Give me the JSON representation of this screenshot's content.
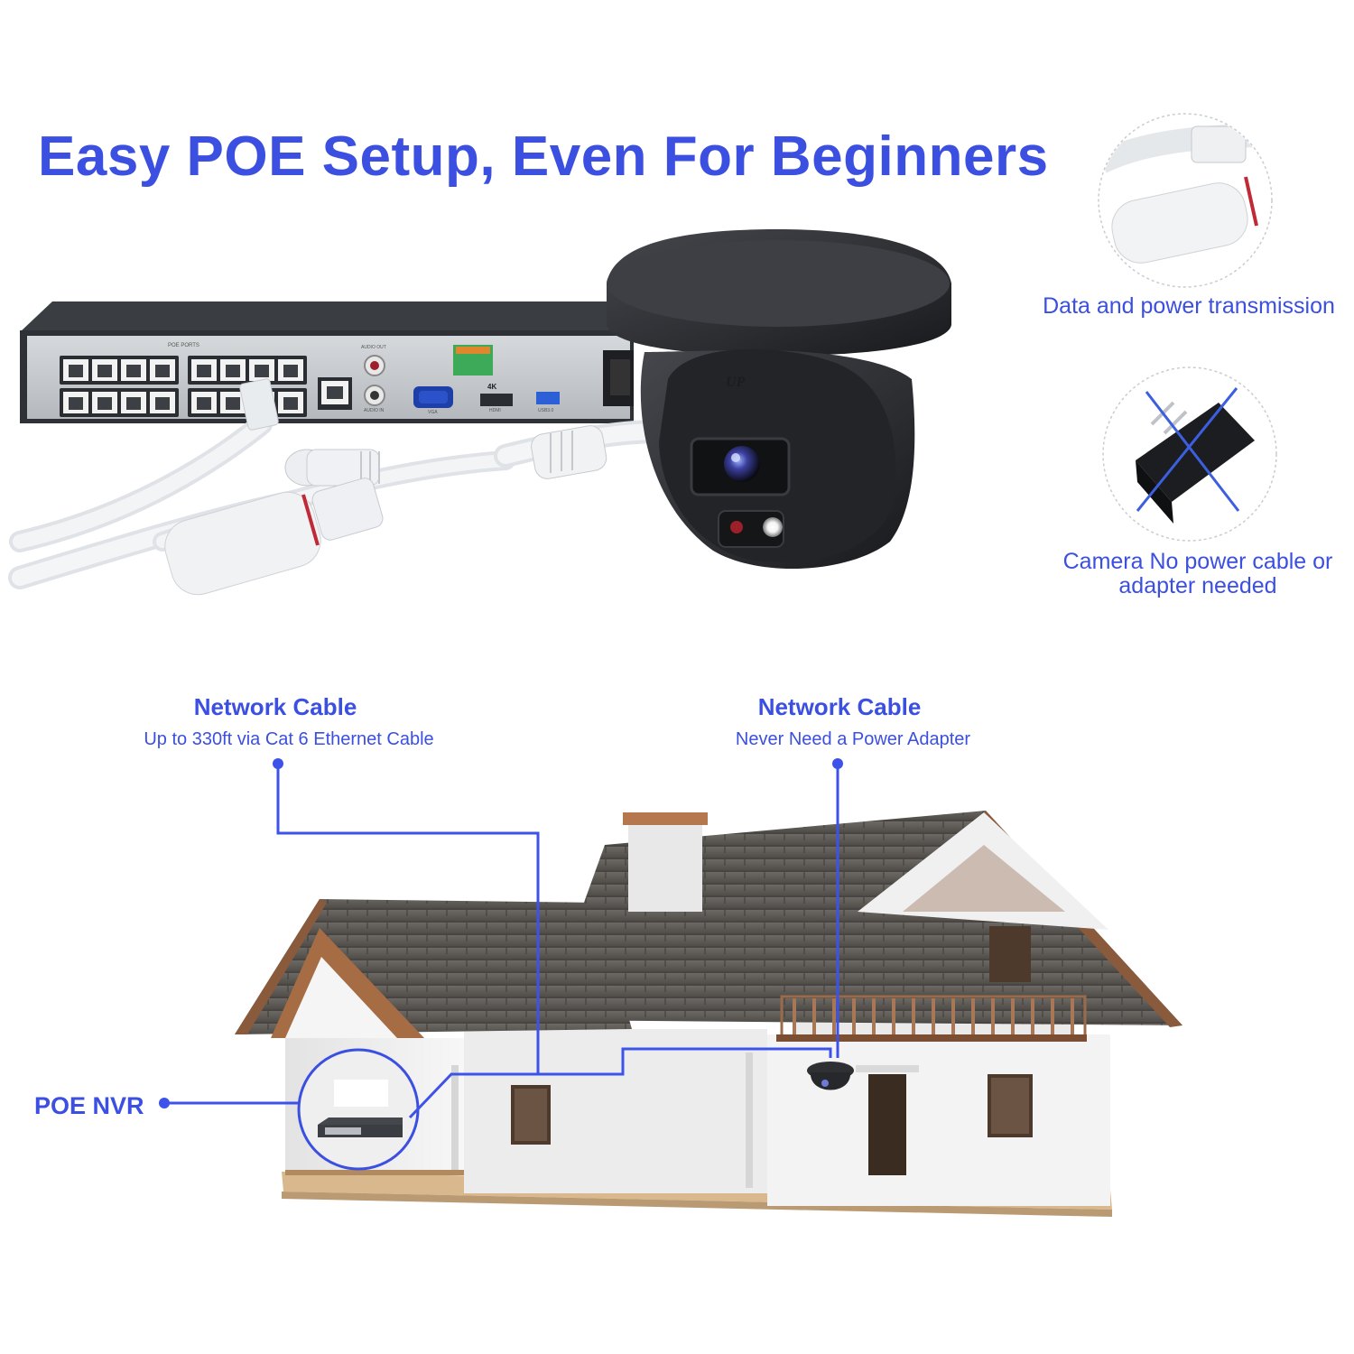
{
  "headline": "Easy POE Setup, Even For Beginners",
  "callouts": {
    "data_power": "Data and power transmission",
    "no_adapter": "Camera No power cable or adapter needed"
  },
  "network_cable_left": {
    "title": "Network Cable",
    "subtitle": "Up to 330ft via Cat 6 Ethernet Cable"
  },
  "network_cable_right": {
    "title": "Network Cable",
    "subtitle": "Never Need a Power Adapter"
  },
  "nvr_label": "POE NVR",
  "device_labels": {
    "poe_ports": "POE PORTS",
    "audio_out": "AUDIO OUT",
    "audio_in": "AUDIO IN",
    "vga": "VGA",
    "hdmi": "HDMI",
    "resolution": "4K",
    "usb": "USB3.0",
    "camera_mark": "UP"
  },
  "colors": {
    "accent": "#3b4fe0",
    "line": "#3d52e8",
    "nvr_body": "#2e3236",
    "nvr_panel": "#c9ccd0",
    "camera": "#2c2d31",
    "roof": "#5e5a56",
    "wall": "#f2f2f2",
    "wood": "#8a5a3c",
    "cable": "#e9ecef"
  }
}
